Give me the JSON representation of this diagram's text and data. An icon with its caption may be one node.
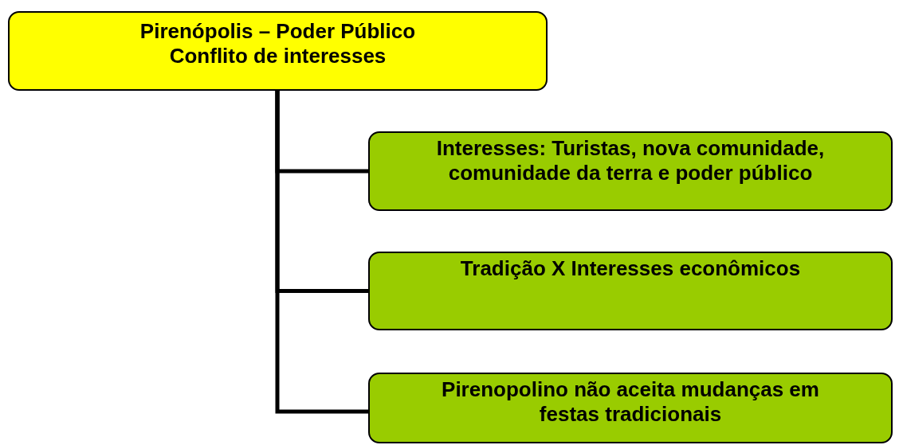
{
  "diagram": {
    "nodes": [
      {
        "text": [
          "Pirenópolis – Poder Público Conflito de interesses"
        ]
      },
      {
        "text": [
          "Interesses: Turistas, nova comunidade, comunidade da terra e poder público"
        ]
      },
      {
        "text": [
          "Tradição X Interesses econômicos"
        ]
      },
      {
        "text": [
          "Pirenopolino não aceita mudanças em festas tradicionais"
        ]
      }
    ],
    "edges": [
      {
        "from": 0,
        "to": 1,
        "arrow": "none"
      },
      {
        "from": 0,
        "to": 2,
        "arrow": "none"
      },
      {
        "from": 0,
        "to": 3,
        "arrow": "none"
      }
    ]
  }
}
